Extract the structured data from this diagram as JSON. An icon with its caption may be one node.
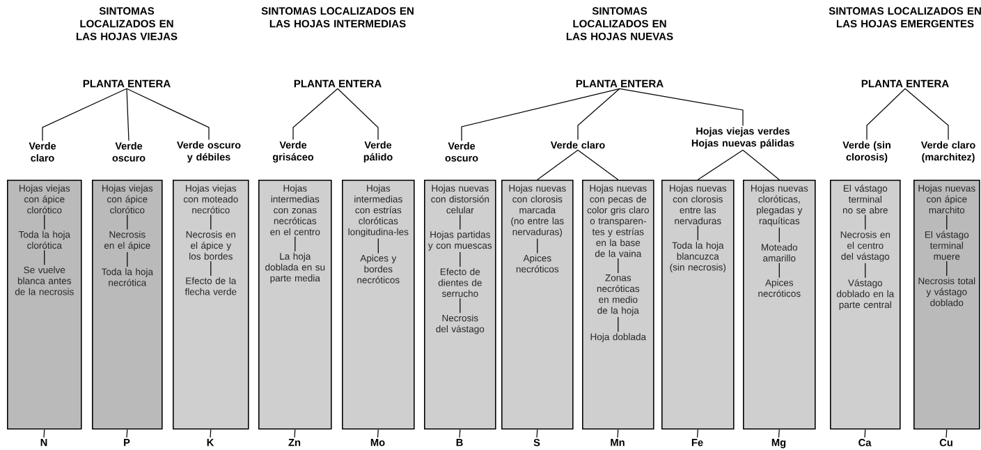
{
  "diagram": {
    "nodes": [
      {
        "text": [
          "PLANTA ENTERA"
        ]
      },
      {
        "text": [
          "Verde claro"
        ]
      },
      {
        "text": [
          "Verde oscuro"
        ]
      },
      {
        "text": [
          "Verde oscuro y débiles"
        ]
      },
      {
        "text": [
          "PLANTA ENTERA"
        ]
      },
      {
        "text": [
          "Verde grisáceo"
        ]
      },
      {
        "text": [
          "Verde pálido"
        ]
      },
      {
        "text": [
          "PLANTA ENTERA"
        ]
      },
      {
        "text": [
          "Verde oscuro"
        ]
      },
      {
        "text": [
          "Verde claro"
        ]
      },
      {
        "text": [
          "Hojas viejas verdes Hojas nuevas pálidas"
        ]
      },
      {
        "text": [
          "PLANTA ENTERA"
        ]
      },
      {
        "text": [
          "Verde (sin clorosis)"
        ]
      },
      {
        "text": [
          "Verde claro (marchitez)"
        ]
      },
      {
        "text": [],
        "shape": "box"
      },
      {
        "text": [
          "Hojas viejas con ápice clorótico"
        ],
        "in": 14
      },
      {
        "text": [
          "Toda la hoja clorótica"
        ],
        "in": 14
      },
      {
        "text": [
          "Se vuelve blanca antes de la necrosis"
        ],
        "in": 14
      },
      {
        "text": [],
        "shape": "box"
      },
      {
        "text": [
          "Hojas viejas con ápice clorótico"
        ],
        "in": 18
      },
      {
        "text": [
          "Necrosis en el ápice"
        ],
        "in": 18
      },
      {
        "text": [
          "Toda la hoja necrótica"
        ],
        "in": 18
      },
      {
        "text": [],
        "shape": "box"
      },
      {
        "text": [
          "Hojas viejas con moteado necrótico"
        ],
        "in": 22
      },
      {
        "text": [
          "Necrosis en el ápice y los bordes"
        ],
        "in": 22
      },
      {
        "text": [
          "Efecto de la flecha verde"
        ],
        "in": 22
      },
      {
        "text": [],
        "shape": "box"
      },
      {
        "text": [
          "Hojas intermedias con zonas necróticas en el centro"
        ],
        "in": 26
      },
      {
        "text": [
          "La hoja doblada en su parte media"
        ],
        "in": 26
      },
      {
        "text": [],
        "shape": "box"
      },
      {
        "text": [
          "Hojas intermedias con estrías cloróticas longitudina-les"
        ],
        "in": 29
      },
      {
        "text": [
          "Apices y bordes necróticos"
        ],
        "in": 29
      },
      {
        "text": [],
        "shape": "box"
      },
      {
        "text": [
          "Hojas nuevas con distorsión celular"
        ],
        "in": 32
      },
      {
        "text": [
          "Hojas partidas y con muescas"
        ],
        "in": 32
      },
      {
        "text": [
          "Efecto de dientes de serrucho"
        ],
        "in": 32
      },
      {
        "text": [
          "Necrosis del vástago"
        ],
        "in": 32
      },
      {
        "text": [],
        "shape": "box"
      },
      {
        "text": [
          "Hojas nuevas con clorosis marcada (no entre las nervaduras)"
        ],
        "in": 37
      },
      {
        "text": [
          "Apices necróticos"
        ],
        "in": 37
      },
      {
        "text": [],
        "shape": "box"
      },
      {
        "text": [
          "Hojas nuevas con pecas de color gris claro o transparen-tes y estrías en la base de la vaina"
        ],
        "in": 40
      },
      {
        "text": [
          "Zonas necróticas en medio de la hoja"
        ],
        "in": 40
      },
      {
        "text": [
          "Hoja doblada"
        ],
        "in": 40
      },
      {
        "text": [],
        "shape": "box"
      },
      {
        "text": [
          "Hojas nuevas con clorosis entre las nervaduras"
        ],
        "in": 44
      },
      {
        "text": [
          "Toda la hoja blancuzca (sin necrosis)"
        ],
        "in": 44
      },
      {
        "text": [],
        "shape": "box"
      },
      {
        "text": [
          "Hojas nuevas cloróticas, plegadas y raquíticas"
        ],
        "in": 47
      },
      {
        "text": [
          "Moteado amarillo"
        ],
        "in": 47
      },
      {
        "text": [
          "Apices necróticos"
        ],
        "in": 47
      },
      {
        "text": [],
        "shape": "box"
      },
      {
        "text": [
          "El vástago terminal no se abre"
        ],
        "in": 51
      },
      {
        "text": [
          "Necrosis en el centro del vástago"
        ],
        "in": 51
      },
      {
        "text": [
          "Vástago doblado en la parte central"
        ],
        "in": 51
      },
      {
        "text": [],
        "shape": "box"
      },
      {
        "text": [
          "Hojas nuevas con ápice marchito"
        ],
        "in": 55
      },
      {
        "text": [
          "El vástago terminal muere"
        ],
        "in": 55
      },
      {
        "text": [
          "Necrosis total y vástago doblado"
        ],
        "in": 55
      },
      {
        "text": [
          "N"
        ]
      },
      {
        "text": [
          "P"
        ]
      },
      {
        "text": [
          "K"
        ]
      },
      {
        "text": [
          "Zn"
        ]
      },
      {
        "text": [
          "Mo"
        ]
      },
      {
        "text": [
          "B"
        ]
      },
      {
        "text": [
          "S"
        ]
      },
      {
        "text": [
          "Mn"
        ]
      },
      {
        "text": [
          "Fe"
        ]
      },
      {
        "text": [
          "Mg"
        ]
      },
      {
        "text": [
          "Ca"
        ]
      },
      {
        "text": [
          "Cu"
        ]
      }
    ],
    "edges": [
      {
        "from": 0,
        "to": 1,
        "arrow": "none"
      },
      {
        "from": 0,
        "to": 2,
        "arrow": "none"
      },
      {
        "from": 0,
        "to": 3,
        "arrow": "none"
      },
      {
        "from": 4,
        "to": 5,
        "arrow": "none"
      },
      {
        "from": 4,
        "to": 6,
        "arrow": "none"
      },
      {
        "from": 7,
        "to": 8,
        "arrow": "none"
      },
      {
        "from": 7,
        "to": 9,
        "arrow": "none"
      },
      {
        "from": 7,
        "to": 10,
        "arrow": "none"
      },
      {
        "from": 9,
        "to": 37,
        "arrow": "none"
      },
      {
        "from": 9,
        "to": 40,
        "arrow": "none"
      },
      {
        "from": 10,
        "to": 44,
        "arrow": "none"
      },
      {
        "from": 10,
        "to": 47,
        "arrow": "none"
      },
      {
        "from": 11,
        "to": 12,
        "arrow": "none"
      },
      {
        "from": 11,
        "to": 13,
        "arrow": "none"
      },
      {
        "from": 15,
        "to": 16,
        "arrow": "none"
      },
      {
        "from": 16,
        "to": 17,
        "arrow": "none"
      },
      {
        "from": 19,
        "to": 20,
        "arrow": "none"
      },
      {
        "from": 20,
        "to": 21,
        "arrow": "none"
      },
      {
        "from": 23,
        "to": 24,
        "arrow": "none"
      },
      {
        "from": 24,
        "to": 25,
        "arrow": "none"
      },
      {
        "from": 27,
        "to": 28,
        "arrow": "none"
      },
      {
        "from": 30,
        "to": 31,
        "arrow": "none"
      },
      {
        "from": 33,
        "to": 34,
        "arrow": "none"
      },
      {
        "from": 34,
        "to": 35,
        "arrow": "none"
      },
      {
        "from": 35,
        "to": 36,
        "arrow": "none"
      },
      {
        "from": 38,
        "to": 39,
        "arrow": "none"
      },
      {
        "from": 41,
        "to": 42,
        "arrow": "none"
      },
      {
        "from": 42,
        "to": 43,
        "arrow": "none"
      },
      {
        "from": 45,
        "to": 46,
        "arrow": "none"
      },
      {
        "from": 48,
        "to": 49,
        "arrow": "none"
      },
      {
        "from": 49,
        "to": 50,
        "arrow": "none"
      },
      {
        "from": 52,
        "to": 53,
        "arrow": "none"
      },
      {
        "from": 53,
        "to": 54,
        "arrow": "none"
      },
      {
        "from": 56,
        "to": 57,
        "arrow": "none"
      },
      {
        "from": 57,
        "to": 58,
        "arrow": "none"
      },
      {
        "from": 14,
        "to": 59,
        "arrow": "none"
      },
      {
        "from": 18,
        "to": 60,
        "arrow": "none"
      },
      {
        "from": 22,
        "to": 61,
        "arrow": "none"
      },
      {
        "from": 26,
        "to": 62,
        "arrow": "none"
      },
      {
        "from": 29,
        "to": 63,
        "arrow": "none"
      },
      {
        "from": 32,
        "to": 64,
        "arrow": "none"
      },
      {
        "from": 37,
        "to": 65,
        "arrow": "none"
      },
      {
        "from": 40,
        "to": 66,
        "arrow": "none"
      },
      {
        "from": 44,
        "to": 67,
        "arrow": "none"
      },
      {
        "from": 47,
        "to": 68,
        "arrow": "none"
      },
      {
        "from": 51,
        "to": 69,
        "arrow": "none"
      },
      {
        "from": 55,
        "to": 70,
        "arrow": "none"
      }
    ],
    "labels": [
      "SINTOMAS LOCALIZADOS EN LAS HOJAS VIEJAS",
      "SINTOMAS LOCALIZADOS EN LAS HOJAS INTERMEDIAS",
      "SINTOMAS LOCALIZADOS EN LAS HOJAS NUEVAS",
      "SINTOMAS LOCALIZADOS EN LAS HOJAS EMERGENTES"
    ]
  }
}
